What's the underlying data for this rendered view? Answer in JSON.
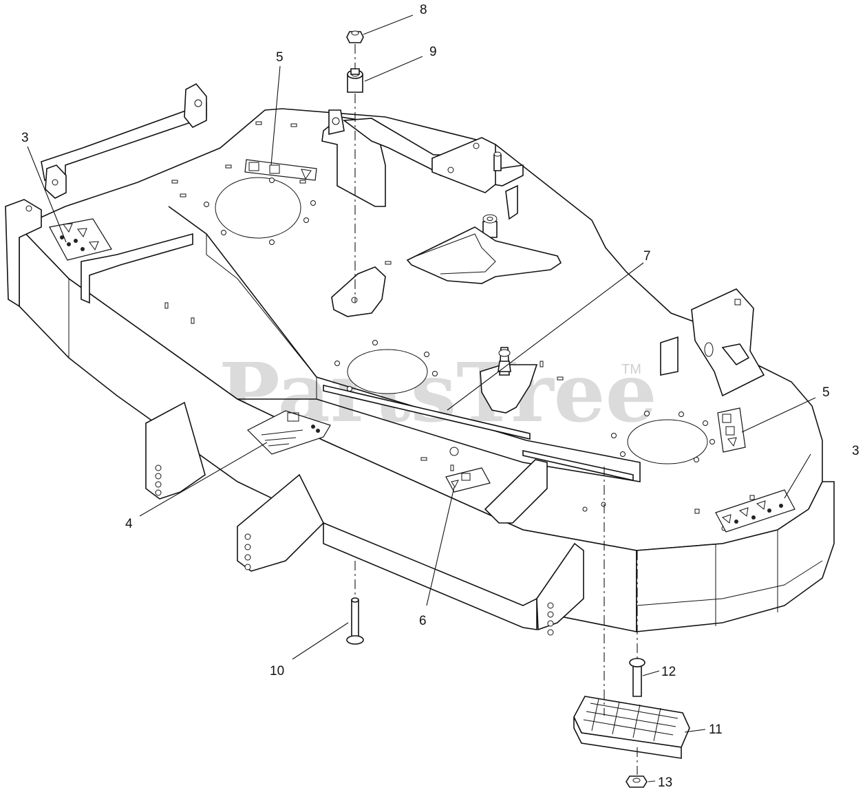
{
  "watermark": {
    "text": "PartsTree",
    "trademark": "TM"
  },
  "callouts": [
    {
      "id": "c8",
      "label": "8"
    },
    {
      "id": "c9",
      "label": "9"
    },
    {
      "id": "c5a",
      "label": "5"
    },
    {
      "id": "c3a",
      "label": "3"
    },
    {
      "id": "c7",
      "label": "7"
    },
    {
      "id": "c5b",
      "label": "5"
    },
    {
      "id": "c3b",
      "label": "3"
    },
    {
      "id": "c4",
      "label": "4"
    },
    {
      "id": "c6",
      "label": "6"
    },
    {
      "id": "c10",
      "label": "10"
    },
    {
      "id": "c12",
      "label": "12"
    },
    {
      "id": "c11",
      "label": "11"
    },
    {
      "id": "c13",
      "label": "13"
    }
  ]
}
